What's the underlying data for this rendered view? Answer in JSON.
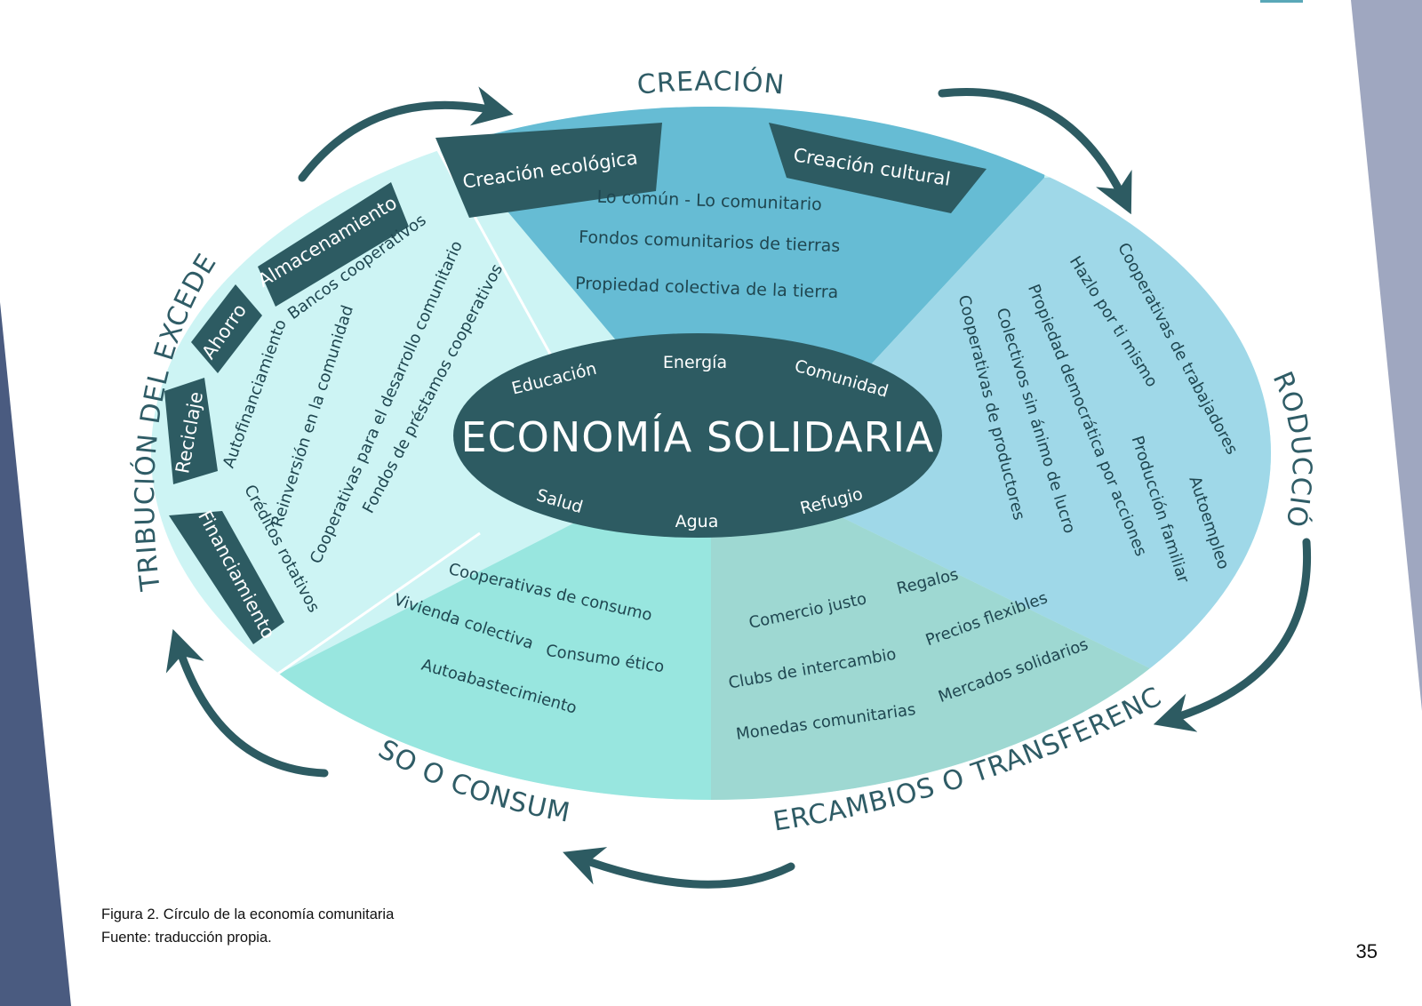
{
  "diagram": {
    "center": {
      "title": "ECONOMÍA SOLIDARIA",
      "words": [
        "Educación",
        "Energía",
        "Comunidad",
        "Salud",
        "Agua",
        "Refugio"
      ]
    },
    "sections": {
      "creation": {
        "label": "CREACIÓN",
        "tabs": [
          "Creación ecológica",
          "Creación cultural"
        ],
        "items": [
          "Lo común - Lo comunitario",
          "Fondos comunitarios de tierras",
          "Propiedad colectiva de la tierra"
        ]
      },
      "production": {
        "label": "PRODUCCIÓN",
        "items": [
          "Cooperativas de trabajadores",
          "Hazlo por ti mismo",
          "Propiedad democrática por acciones",
          "Colectivos sin ánimo de lucro",
          "Cooperativas de productores",
          "Autoempleo",
          "Producción familiar"
        ]
      },
      "exchange": {
        "label": "INTERCAMBIOS O TRANSFERENCIAS",
        "items": [
          "Comercio justo",
          "Regalos",
          "Clubs de intercambio",
          "Precios flexibles",
          "Monedas comunitarias",
          "Mercados solidarios"
        ]
      },
      "consumption": {
        "label": "USO O CONSUMO",
        "items": [
          "Cooperativas de consumo",
          "Vivienda colectiva",
          "Consumo ético",
          "Autoabastecimiento"
        ]
      },
      "distribution": {
        "label": "DISTRIBUCIÓN DEL EXCEDENTE",
        "tabs": [
          "Almacenamiento",
          "Ahorro",
          "Reciclaje",
          "Financiamiento"
        ],
        "items": [
          "Bancos cooperativos",
          "Autofinanciamiento",
          "Reinversión en la comunidad",
          "Cooperativas para el desarrollo comunitario",
          "Fondos de préstamos cooperativos",
          "Créditos rotativos"
        ]
      }
    },
    "colors": {
      "dark": "#2d5b62",
      "creation": "#66bcd4",
      "production": "#9fd8e8",
      "exchange": "#9ed8d2",
      "consumption": "#98e6df",
      "distribution": "#cdf4f4",
      "left_band": "#4a5b80",
      "right_band": "#9fa7c0"
    }
  },
  "caption": {
    "line1": "Figura 2. Círculo de la economía comunitaria",
    "line2": "Fuente: traducción propia."
  },
  "page_number": "35"
}
